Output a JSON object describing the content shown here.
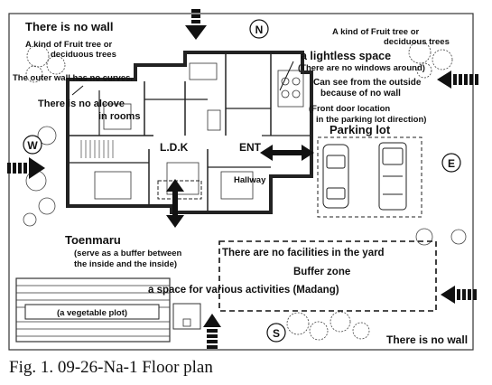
{
  "figure": {
    "caption": "Fig. 1. 09-26-Na-1 Floor plan",
    "compass": {
      "north": "N",
      "south": "S",
      "east": "E",
      "west": "W"
    },
    "annotations": {
      "no_wall_top": "There is no wall",
      "fruit_tree_left_1": "A kind of Fruit tree or",
      "fruit_tree_left_2": "deciduous trees",
      "fruit_tree_right_1": "A kind of Fruit tree or",
      "fruit_tree_right_2": "deciduous trees",
      "outer_wall": "The outer wall has no curves.",
      "no_alcove_1": "There is no alcove",
      "no_alcove_2": "in rooms",
      "lightless_1": "a lightless space",
      "lightless_2": "(There are no windows around)",
      "see_outside_1": "Can see from the outside",
      "see_outside_2": "because of no wall",
      "front_door_1": "(Front door location",
      "front_door_2": "in the parking lot direction)",
      "ldk": "L.D.K",
      "ent": "ENT",
      "parking_lot": "Parking lot",
      "hallway": "Hallway",
      "toenmaru": "Toenmaru",
      "toenmaru_desc_1": "(serve as a buffer between",
      "toenmaru_desc_2": "the inside and the inside)",
      "no_facilities": "There are no facilities in the yard",
      "buffer_zone": "Buffer zone",
      "activities": "a space for various activities (Madang)",
      "vegetable_plot": "(a vegetable plot)",
      "no_wall_bottom": "There is no wall"
    }
  }
}
